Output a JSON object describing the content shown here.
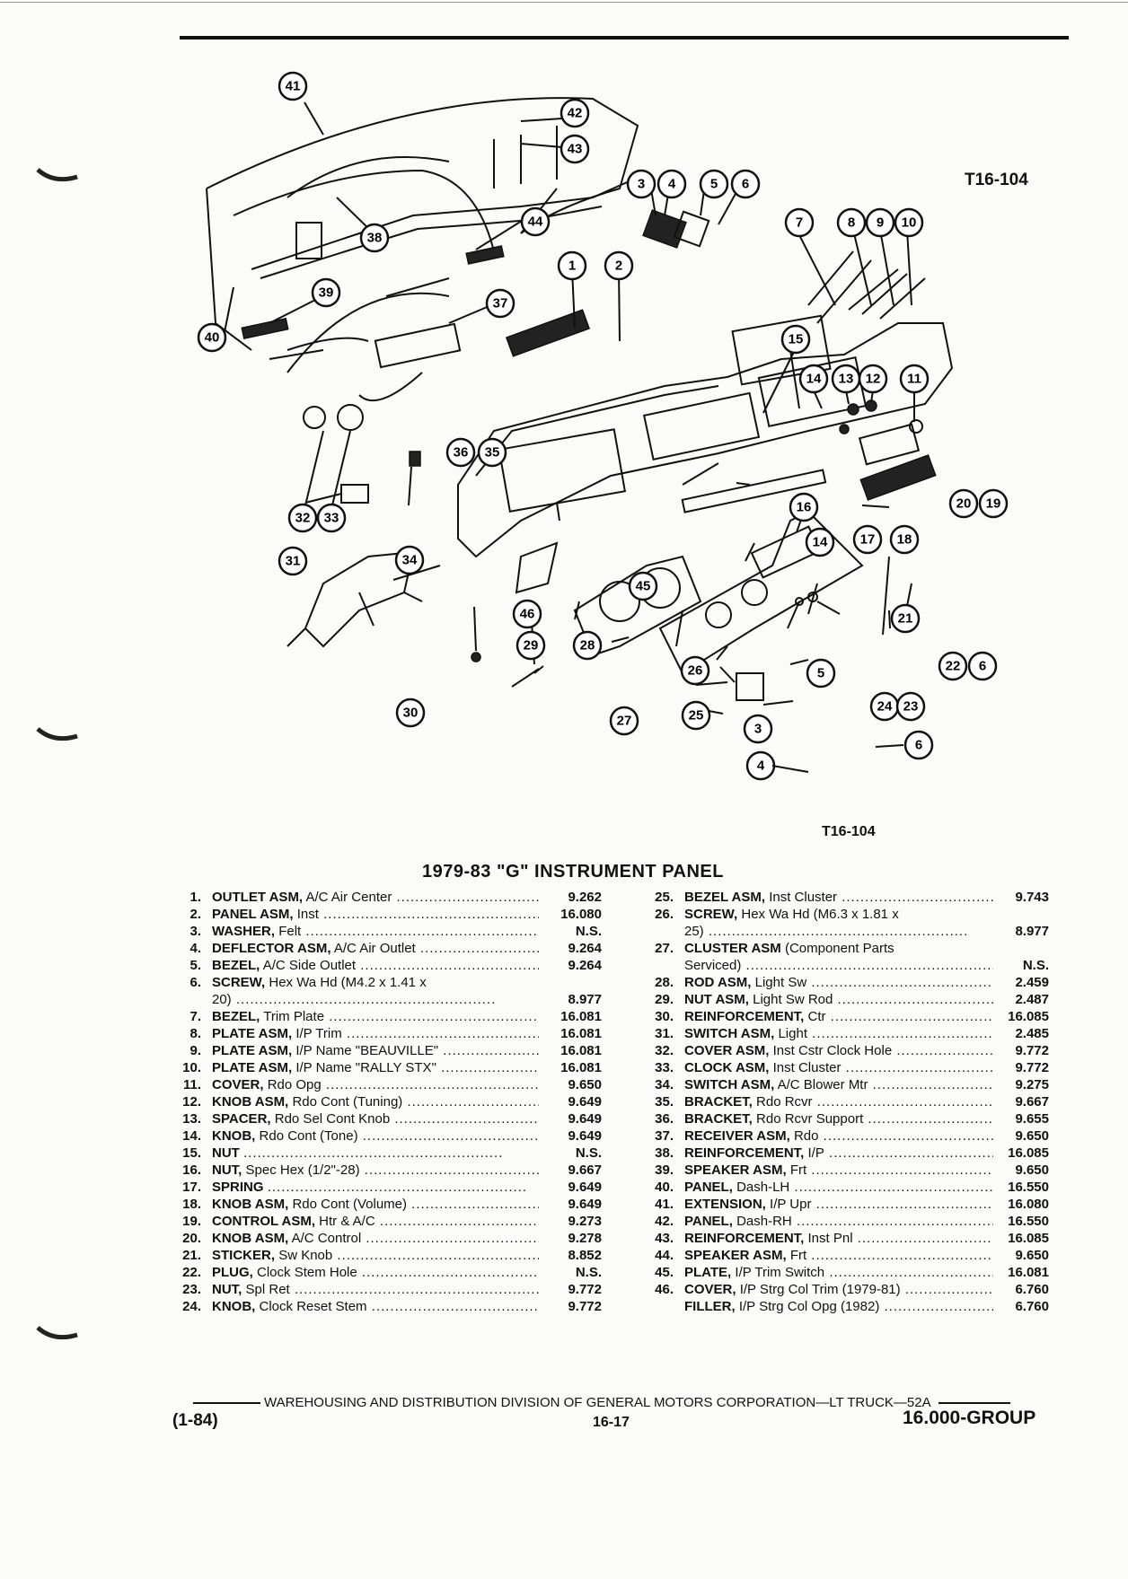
{
  "figure": {
    "id_top": "T16-104",
    "id_bottom": "T16-104"
  },
  "title": "1979-83 \"G\" INSTRUMENT PANEL",
  "callouts": [
    "1",
    "2",
    "3",
    "4",
    "5",
    "6",
    "7",
    "8",
    "9",
    "10",
    "11",
    "12",
    "13",
    "14",
    "15",
    "16",
    "17",
    "18",
    "19",
    "20",
    "21",
    "22",
    "23",
    "24",
    "25",
    "26",
    "27",
    "28",
    "29",
    "30",
    "31",
    "32",
    "33",
    "34",
    "35",
    "36",
    "37",
    "38",
    "39",
    "40",
    "41",
    "42",
    "43",
    "44",
    "45",
    "46"
  ],
  "parts_left": [
    {
      "num": "1.",
      "name": "OUTLET ASM,",
      "detail": "A/C Air Center",
      "value": "9.262"
    },
    {
      "num": "2.",
      "name": "PANEL ASM,",
      "detail": "Inst",
      "value": "16.080"
    },
    {
      "num": "3.",
      "name": "WASHER,",
      "detail": "Felt",
      "value": "N.S."
    },
    {
      "num": "4.",
      "name": "DEFLECTOR ASM,",
      "detail": "A/C Air Outlet",
      "value": "9.264"
    },
    {
      "num": "5.",
      "name": "BEZEL,",
      "detail": "A/C Side Outlet",
      "value": "9.264"
    },
    {
      "num": "6.",
      "name": "SCREW,",
      "detail": "Hex Wa Hd (M4.2 x 1.41 x",
      "value": ""
    },
    {
      "num": "",
      "name": "",
      "detail": "20)",
      "value": "8.977"
    },
    {
      "num": "7.",
      "name": "BEZEL,",
      "detail": "Trim Plate",
      "value": "16.081"
    },
    {
      "num": "8.",
      "name": "PLATE ASM,",
      "detail": "I/P Trim",
      "value": "16.081"
    },
    {
      "num": "9.",
      "name": "PLATE ASM,",
      "detail": "I/P Name \"BEAUVILLE\"",
      "value": "16.081"
    },
    {
      "num": "10.",
      "name": "PLATE ASM,",
      "detail": "I/P Name \"RALLY STX\"",
      "value": "16.081"
    },
    {
      "num": "11.",
      "name": "COVER,",
      "detail": "Rdo Opg",
      "value": "9.650"
    },
    {
      "num": "12.",
      "name": "KNOB ASM,",
      "detail": "Rdo Cont (Tuning)",
      "value": "9.649"
    },
    {
      "num": "13.",
      "name": "SPACER,",
      "detail": "Rdo Sel Cont Knob",
      "value": "9.649"
    },
    {
      "num": "14.",
      "name": "KNOB,",
      "detail": "Rdo Cont (Tone)",
      "value": "9.649"
    },
    {
      "num": "15.",
      "name": "NUT",
      "detail": "",
      "value": "N.S."
    },
    {
      "num": "16.",
      "name": "NUT,",
      "detail": "Spec Hex (1/2\"-28)",
      "value": "9.667"
    },
    {
      "num": "17.",
      "name": "SPRING",
      "detail": "",
      "value": "9.649"
    },
    {
      "num": "18.",
      "name": "KNOB ASM,",
      "detail": "Rdo Cont (Volume)",
      "value": "9.649"
    },
    {
      "num": "19.",
      "name": "CONTROL ASM,",
      "detail": "Htr & A/C",
      "value": "9.273"
    },
    {
      "num": "20.",
      "name": "KNOB ASM,",
      "detail": "A/C Control",
      "value": "9.278"
    },
    {
      "num": "21.",
      "name": "STICKER,",
      "detail": "Sw Knob",
      "value": "8.852"
    },
    {
      "num": "22.",
      "name": "PLUG,",
      "detail": "Clock Stem Hole",
      "value": "N.S."
    },
    {
      "num": "23.",
      "name": "NUT,",
      "detail": "Spl Ret",
      "value": "9.772"
    },
    {
      "num": "24.",
      "name": "KNOB,",
      "detail": "Clock Reset Stem",
      "value": "9.772"
    }
  ],
  "parts_right": [
    {
      "num": "25.",
      "name": "BEZEL ASM,",
      "detail": "Inst Cluster",
      "value": "9.743"
    },
    {
      "num": "26.",
      "name": "SCREW,",
      "detail": "Hex Wa Hd (M6.3 x 1.81 x",
      "value": ""
    },
    {
      "num": "",
      "name": "",
      "detail": "25)",
      "value": "8.977"
    },
    {
      "num": "27.",
      "name": "CLUSTER ASM",
      "detail": "(Component Parts",
      "value": ""
    },
    {
      "num": "",
      "name": "",
      "detail": "Serviced)",
      "value": "N.S."
    },
    {
      "num": "28.",
      "name": "ROD ASM,",
      "detail": "Light Sw",
      "value": "2.459"
    },
    {
      "num": "29.",
      "name": "NUT ASM,",
      "detail": "Light Sw Rod",
      "value": "2.487"
    },
    {
      "num": "30.",
      "name": "REINFORCEMENT,",
      "detail": "Ctr",
      "value": "16.085"
    },
    {
      "num": "31.",
      "name": "SWITCH ASM,",
      "detail": "Light",
      "value": "2.485"
    },
    {
      "num": "32.",
      "name": "COVER ASM,",
      "detail": "Inst Cstr Clock Hole",
      "value": "9.772"
    },
    {
      "num": "33.",
      "name": "CLOCK ASM,",
      "detail": "Inst Cluster",
      "value": "9.772"
    },
    {
      "num": "34.",
      "name": "SWITCH ASM,",
      "detail": "A/C Blower Mtr",
      "value": "9.275"
    },
    {
      "num": "35.",
      "name": "BRACKET,",
      "detail": "Rdo Rcvr",
      "value": "9.667"
    },
    {
      "num": "36.",
      "name": "BRACKET,",
      "detail": "Rdo Rcvr Support",
      "value": "9.655"
    },
    {
      "num": "37.",
      "name": "RECEIVER ASM,",
      "detail": "Rdo",
      "value": "9.650"
    },
    {
      "num": "38.",
      "name": "REINFORCEMENT,",
      "detail": "I/P",
      "value": "16.085"
    },
    {
      "num": "39.",
      "name": "SPEAKER ASM,",
      "detail": "Frt",
      "value": "9.650"
    },
    {
      "num": "40.",
      "name": "PANEL,",
      "detail": "Dash-LH",
      "value": "16.550"
    },
    {
      "num": "41.",
      "name": "EXTENSION,",
      "detail": "I/P Upr",
      "value": "16.080"
    },
    {
      "num": "42.",
      "name": "PANEL,",
      "detail": "Dash-RH",
      "value": "16.550"
    },
    {
      "num": "43.",
      "name": "REINFORCEMENT,",
      "detail": "Inst Pnl",
      "value": "16.085"
    },
    {
      "num": "44.",
      "name": "SPEAKER ASM,",
      "detail": "Frt",
      "value": "9.650"
    },
    {
      "num": "45.",
      "name": "PLATE,",
      "detail": "I/P Trim Switch",
      "value": "16.081"
    },
    {
      "num": "46.",
      "name": "COVER,",
      "detail": "I/P Strg Col Trim (1979-81)",
      "value": "6.760"
    },
    {
      "num": "",
      "name": "FILLER,",
      "detail": "I/P Strg Col Opg (1982)",
      "value": "6.760"
    }
  ],
  "footer": {
    "division": "WAREHOUSING AND DISTRIBUTION DIVISION OF GENERAL MOTORS CORPORATION—LT TRUCK—52A",
    "date": "(1-84)",
    "page": "16-17",
    "group": "16.000-GROUP"
  }
}
